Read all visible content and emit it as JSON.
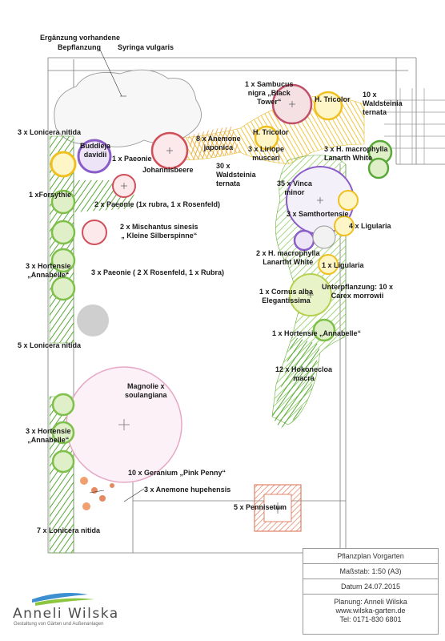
{
  "plant_labels": {
    "erg1": "Ergänzung vorhandene",
    "erg2": "Bepflanzung",
    "syringa": "Syringa vulgaris",
    "sambucus": "1 x Sambucus\nnigra „Black\nTower“",
    "tricolor1": "H. Tricolor",
    "waldst10": "10 x\nWaldsteinia\nternata",
    "lon3": "3 x Lonicera nitida",
    "buddleja": "Buddleja\ndavidii",
    "paeonie1": "1 x Paeonie",
    "anemone8": "8 x Anemone\njaponica",
    "tricolor2": "H. Tricolor",
    "liriope": "3 x Liriope\nmuscari",
    "hmac3": "3 x H. macrophylla\nLanarth White",
    "johannis": "Johannisbeere",
    "waldst30": "30 x\nWaldsteinia\nternata",
    "forsythie": "1 xForsythie",
    "vinca": "35 x Vinca\nminor",
    "paeonie2": "2 x Paeonie (1x rubra, 1 x Rosenfeld)",
    "samthort": "3 x Samthortensie",
    "ligularia4": "4 x Ligularia",
    "misch": "2 x Mischantus sinesis\n„ Kleine Silberspinne“",
    "hmac2": "2 x H. macrophylla\nLanartht White",
    "hort1": "3 x Hortensie\n„Annabelle“",
    "paeonie3": "3 x Paeonie ( 2 X Rosenfeld, 1 x Rubra)",
    "ligularia1": "1 x Ligularia",
    "cornus": "1 x Cornus alba\nElegantissima",
    "unterpfl": "Unterpflanzung: 10 x\nCarex morrowii",
    "hortAnn1": "1 x Hortensie „Annabelle“",
    "lon5": "5 x Lonicera nitida",
    "hakone": "12 x Hokonecloa\nmacra",
    "magnolie": "Magnolie x\nsoulangiana",
    "hort2": "3 x Hortensie\n„Annabelle“",
    "geranium": "10 x Geranium „Pink Penny“",
    "anemone3": "3 x Anemone hupehensis",
    "pennisetum": "5 x Pennisetum",
    "lon7": "7 x Lonicera nitida"
  },
  "title_block": {
    "title": "Pflanzplan Vorgarten",
    "scale": "Maßstab: 1:50 (A3)",
    "date": "Datum 24.07.2015",
    "planner": "Planung: Anneli Wilska",
    "web": "www.wilska-garten.de",
    "phone": "Tel: 0171-830 6801"
  },
  "brand": {
    "name": "Anneli Wilska",
    "tagline": "Gestaltung von Gärten und Außenanlagen"
  },
  "colors": {
    "hydrangea_green": "#7ec04a",
    "lonicera_green": "#5aa83a",
    "paeonie_red": "#d0505a",
    "forsythia_yellow": "#f0c020",
    "buddleja_purple": "#8a5cc8",
    "waldsteinia_yellow": "#f2c640",
    "magnolia_pink": "#e7a7c6",
    "geranium_orange": "#e08050"
  }
}
